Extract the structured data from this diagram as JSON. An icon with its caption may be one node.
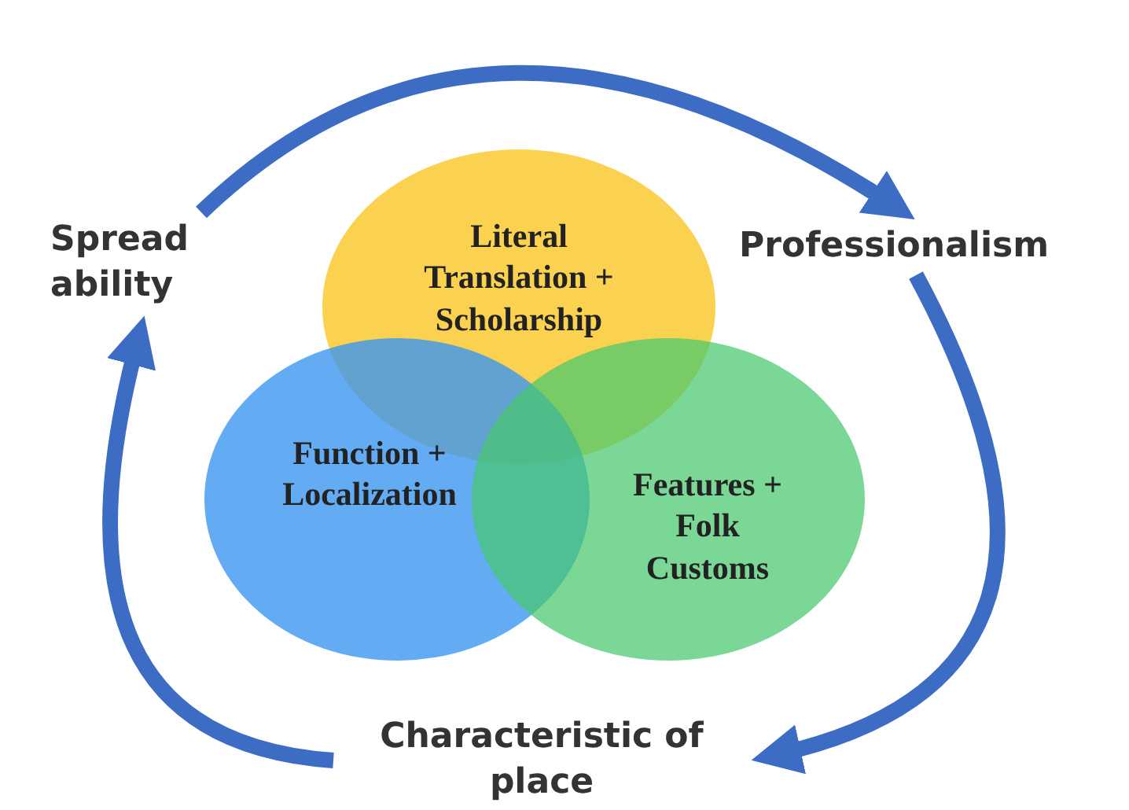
{
  "diagram": {
    "nodes": [
      {
        "text": [
          "Literal Translation + Scholarship"
        ]
      },
      {
        "text": [
          "Function + Localization"
        ]
      },
      {
        "text": [
          "Features + Folk Customs"
        ]
      },
      {
        "text": [
          "Spread ability"
        ]
      },
      {
        "text": [
          "Professionalism"
        ]
      },
      {
        "text": [
          "Characteristic of place"
        ]
      }
    ],
    "edges": [
      {
        "from": 3,
        "to": 4,
        "arrow": "to"
      },
      {
        "from": 4,
        "to": 5,
        "arrow": "to"
      },
      {
        "from": 5,
        "to": 3,
        "arrow": "to"
      }
    ]
  }
}
